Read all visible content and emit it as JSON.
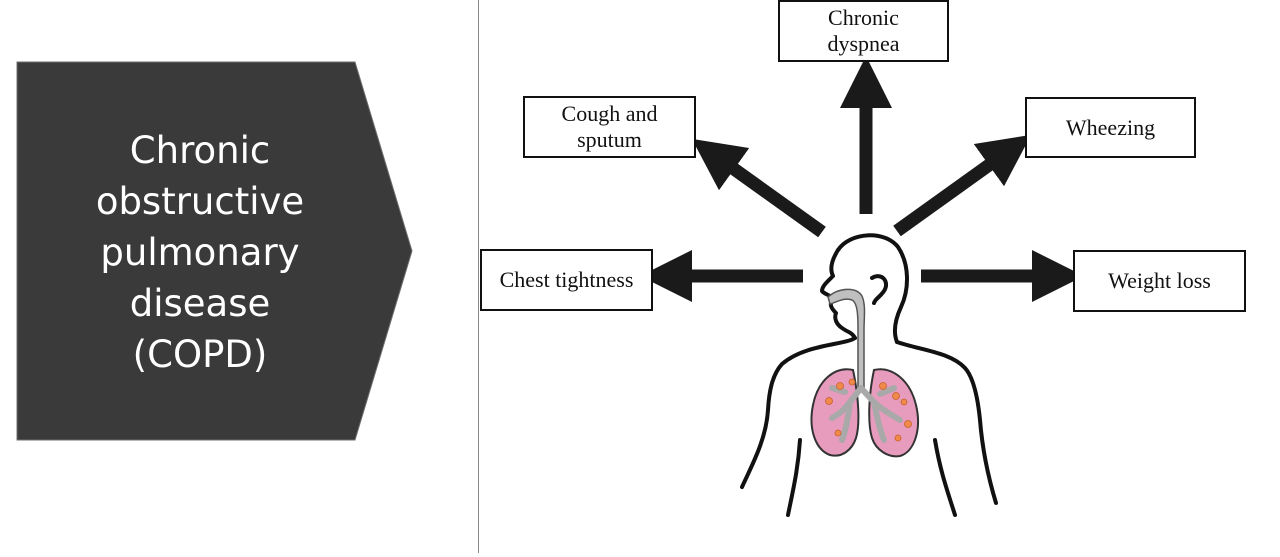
{
  "banner": {
    "title": "Chronic\nobstructive\npulmonary\ndisease\n(COPD)",
    "color": "#3a3a3a"
  },
  "symptoms": {
    "dyspnea": "Chronic\ndyspnea",
    "cough": "Cough and\nsputum",
    "wheezing": "Wheezing",
    "chest": "Chest tightness",
    "weight": "Weight loss"
  },
  "colors": {
    "arrow": "#1a1a1a",
    "lungs": "#e79bbd",
    "airway": "#bfbfbf",
    "inflammation": "#f08a4b"
  }
}
